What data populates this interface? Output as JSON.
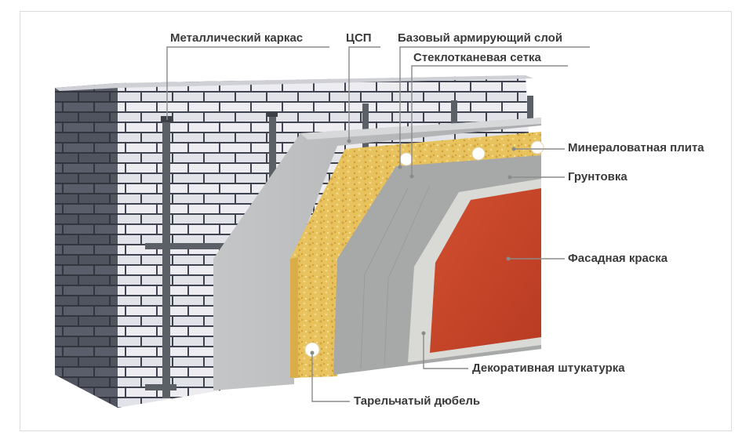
{
  "labels": {
    "metal_frame": "Металлический каркас",
    "csp": "ЦСП",
    "base_layer": "Базовый армирующий слой",
    "glass_mesh": "Стеклотканевая сетка",
    "mineral_wool": "Минераловатная плита",
    "primer": "Грунтовка",
    "facade_paint": "Фасадная краска",
    "decorative_plaster": "Декоративная штукатурка",
    "dowel": "Тарельчатый дюбель"
  },
  "colors": {
    "brick_mortar": "#3f4350",
    "brick_light": "#ededf1",
    "brick_dark": "#5a5e6a",
    "metal": "#5b5f66",
    "csp": "#b9bbbc",
    "wool": "#e8c35d",
    "base_layer": "#a7a8a8",
    "primer": "#d9d9d6",
    "paint": "#c9452a",
    "label_text": "#3a3a3a"
  }
}
